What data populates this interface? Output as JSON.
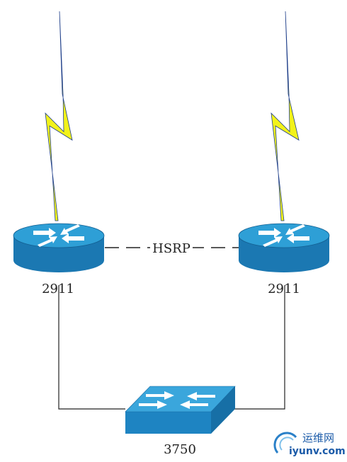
{
  "devices": {
    "router_left": {
      "label": "2911",
      "icon": "router-icon"
    },
    "router_right": {
      "label": "2911",
      "icon": "router-icon"
    },
    "switch": {
      "label": "3750",
      "icon": "switch-icon"
    }
  },
  "links": {
    "hsrp": {
      "label": "HSRP",
      "style": "dashed"
    },
    "uplink_left": {
      "icon": "lightning-icon"
    },
    "uplink_right": {
      "icon": "lightning-icon"
    }
  },
  "watermark": {
    "brand_cn": "运维网",
    "brand_en": "iyunv.com"
  },
  "colors": {
    "router_top": "#2e9fd6",
    "router_side": "#1b78b2",
    "switch_top": "#3aa6dc",
    "switch_side": "#1e84c2",
    "lightning": "#f2f21a",
    "line": "#222222",
    "watermark": "#1a5aa8"
  }
}
